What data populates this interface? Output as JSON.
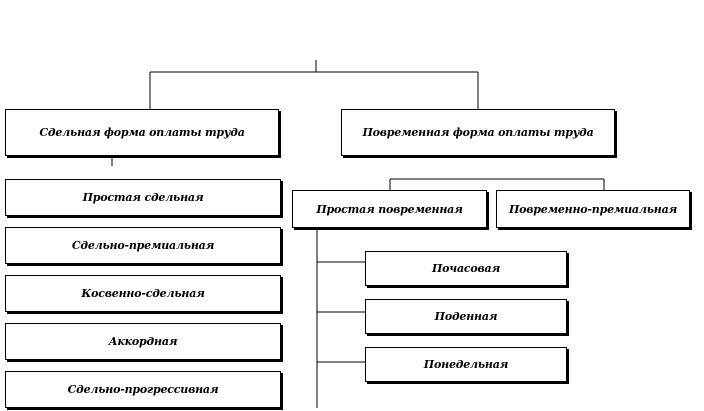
{
  "diagram": {
    "root": {
      "piecework": "Сдельная форма оплаты труда",
      "timebased": "Повременная форма оплаты труда"
    },
    "piecework_items": [
      "Простая сдельная",
      "Сдельно-премиальная",
      "Косвенно-сдельная",
      "Аккордная",
      "Сдельно-прогрессивная"
    ],
    "timebased_items": {
      "simple": "Простая повременная",
      "bonus": "Повременно-премиальная"
    },
    "simple_time_items": [
      "Почасовая",
      "Поденная",
      "Понедельная"
    ]
  }
}
